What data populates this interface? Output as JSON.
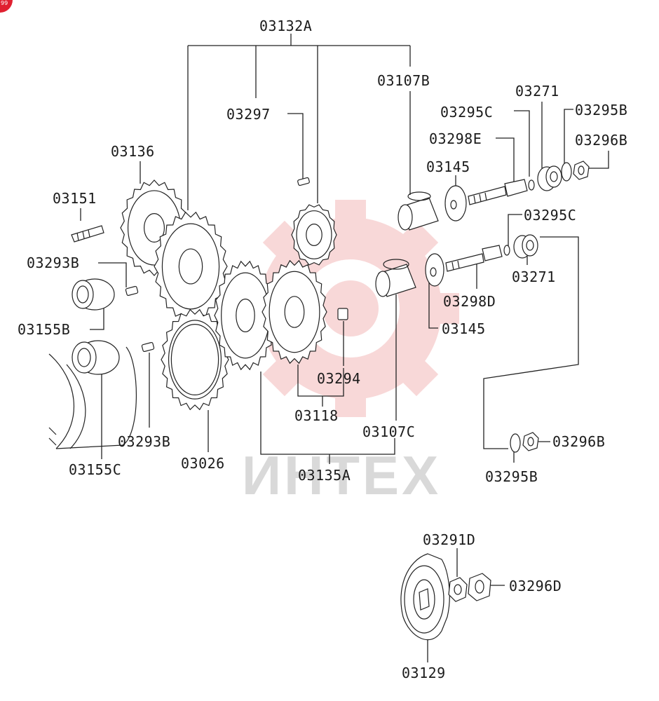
{
  "badge": "99",
  "watermark": "ИНТЕХ",
  "colors": {
    "watermark_gear": "#f4b9b9",
    "ink": "#1a1a1a",
    "badge": "#e02030"
  },
  "labels": {
    "p03132A": "03132A",
    "p03297": "03297",
    "p03107B": "03107B",
    "p03271_top": "03271",
    "p03295C_top": "03295C",
    "p03295B_top": "03295B",
    "p03298E": "03298E",
    "p03296B_top": "03296B",
    "p03145_top": "03145",
    "p03136": "03136",
    "p03151": "03151",
    "p03293B_top": "03293B",
    "p03155B": "03155B",
    "p03295C_mid": "03295C",
    "p03271_mid": "03271",
    "p03298D": "03298D",
    "p03145_mid": "03145",
    "p03294": "03294",
    "p03118": "03118",
    "p03107C": "03107C",
    "p03293B_bot": "03293B",
    "p03026": "03026",
    "p03155C": "03155C",
    "p03135A": "03135A",
    "p03296B_mid": "03296B",
    "p03295B_mid": "03295B",
    "p03291D": "03291D",
    "p03296D": "03296D",
    "p03129": "03129"
  }
}
